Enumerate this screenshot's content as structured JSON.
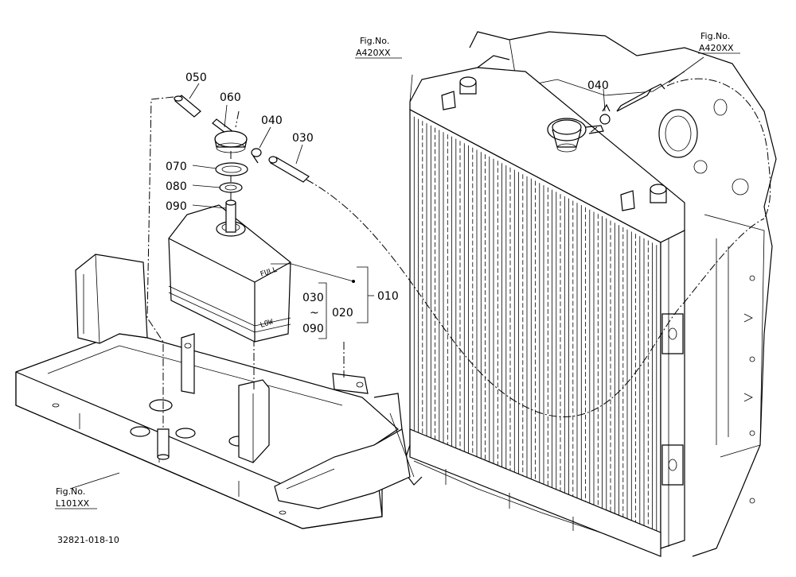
{
  "callouts": {
    "p050": "050",
    "p060": "060",
    "p040_left": "040",
    "p030": "030",
    "p070": "070",
    "p080": "080",
    "p090": "090",
    "p010": "010",
    "p020": "020",
    "range_start": "030",
    "range_tilde": "~",
    "range_end": "090",
    "p040_right": "040"
  },
  "fig_refs": {
    "top_middle": {
      "label": "Fig.No.",
      "code": "A420XX"
    },
    "top_right": {
      "label": "Fig.No.",
      "code": "A420XX"
    },
    "bottom_left": {
      "label": "Fig.No.",
      "code": "L101XX"
    }
  },
  "tank_marks": {
    "full": "FULL",
    "low": "LOW"
  },
  "drawing_number": "32821-018-10"
}
